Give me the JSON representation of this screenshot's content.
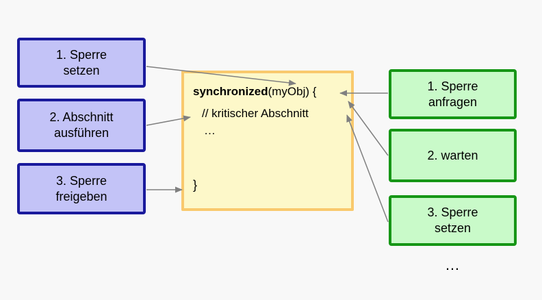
{
  "left_boxes": [
    {
      "line1": "1. Sperre",
      "line2": "setzen"
    },
    {
      "line1": "2. Abschnitt",
      "line2": "ausführen"
    },
    {
      "line1": "3. Sperre",
      "line2": "freigeben"
    }
  ],
  "right_boxes": [
    {
      "line1": "1. Sperre",
      "line2": "anfragen"
    },
    {
      "line1": "2. warten",
      "line2": ""
    },
    {
      "line1": "3. Sperre",
      "line2": "setzen"
    }
  ],
  "code": {
    "keyword": "synchronized",
    "line1_rest": "(myObj) {",
    "line2": "// kritischer Abschnitt",
    "line3": "…",
    "line4": "}"
  },
  "ellipsis": "…",
  "colors": {
    "background": "#f8f8f8",
    "left_box_fill": "#c3c3f7",
    "left_box_border": "#1a1a9c",
    "right_box_fill": "#c9fac9",
    "right_box_border": "#169616",
    "code_box_fill": "#fdf8c9",
    "code_box_border": "#f9c96d",
    "arrow": "#808080",
    "text": "#000000"
  }
}
